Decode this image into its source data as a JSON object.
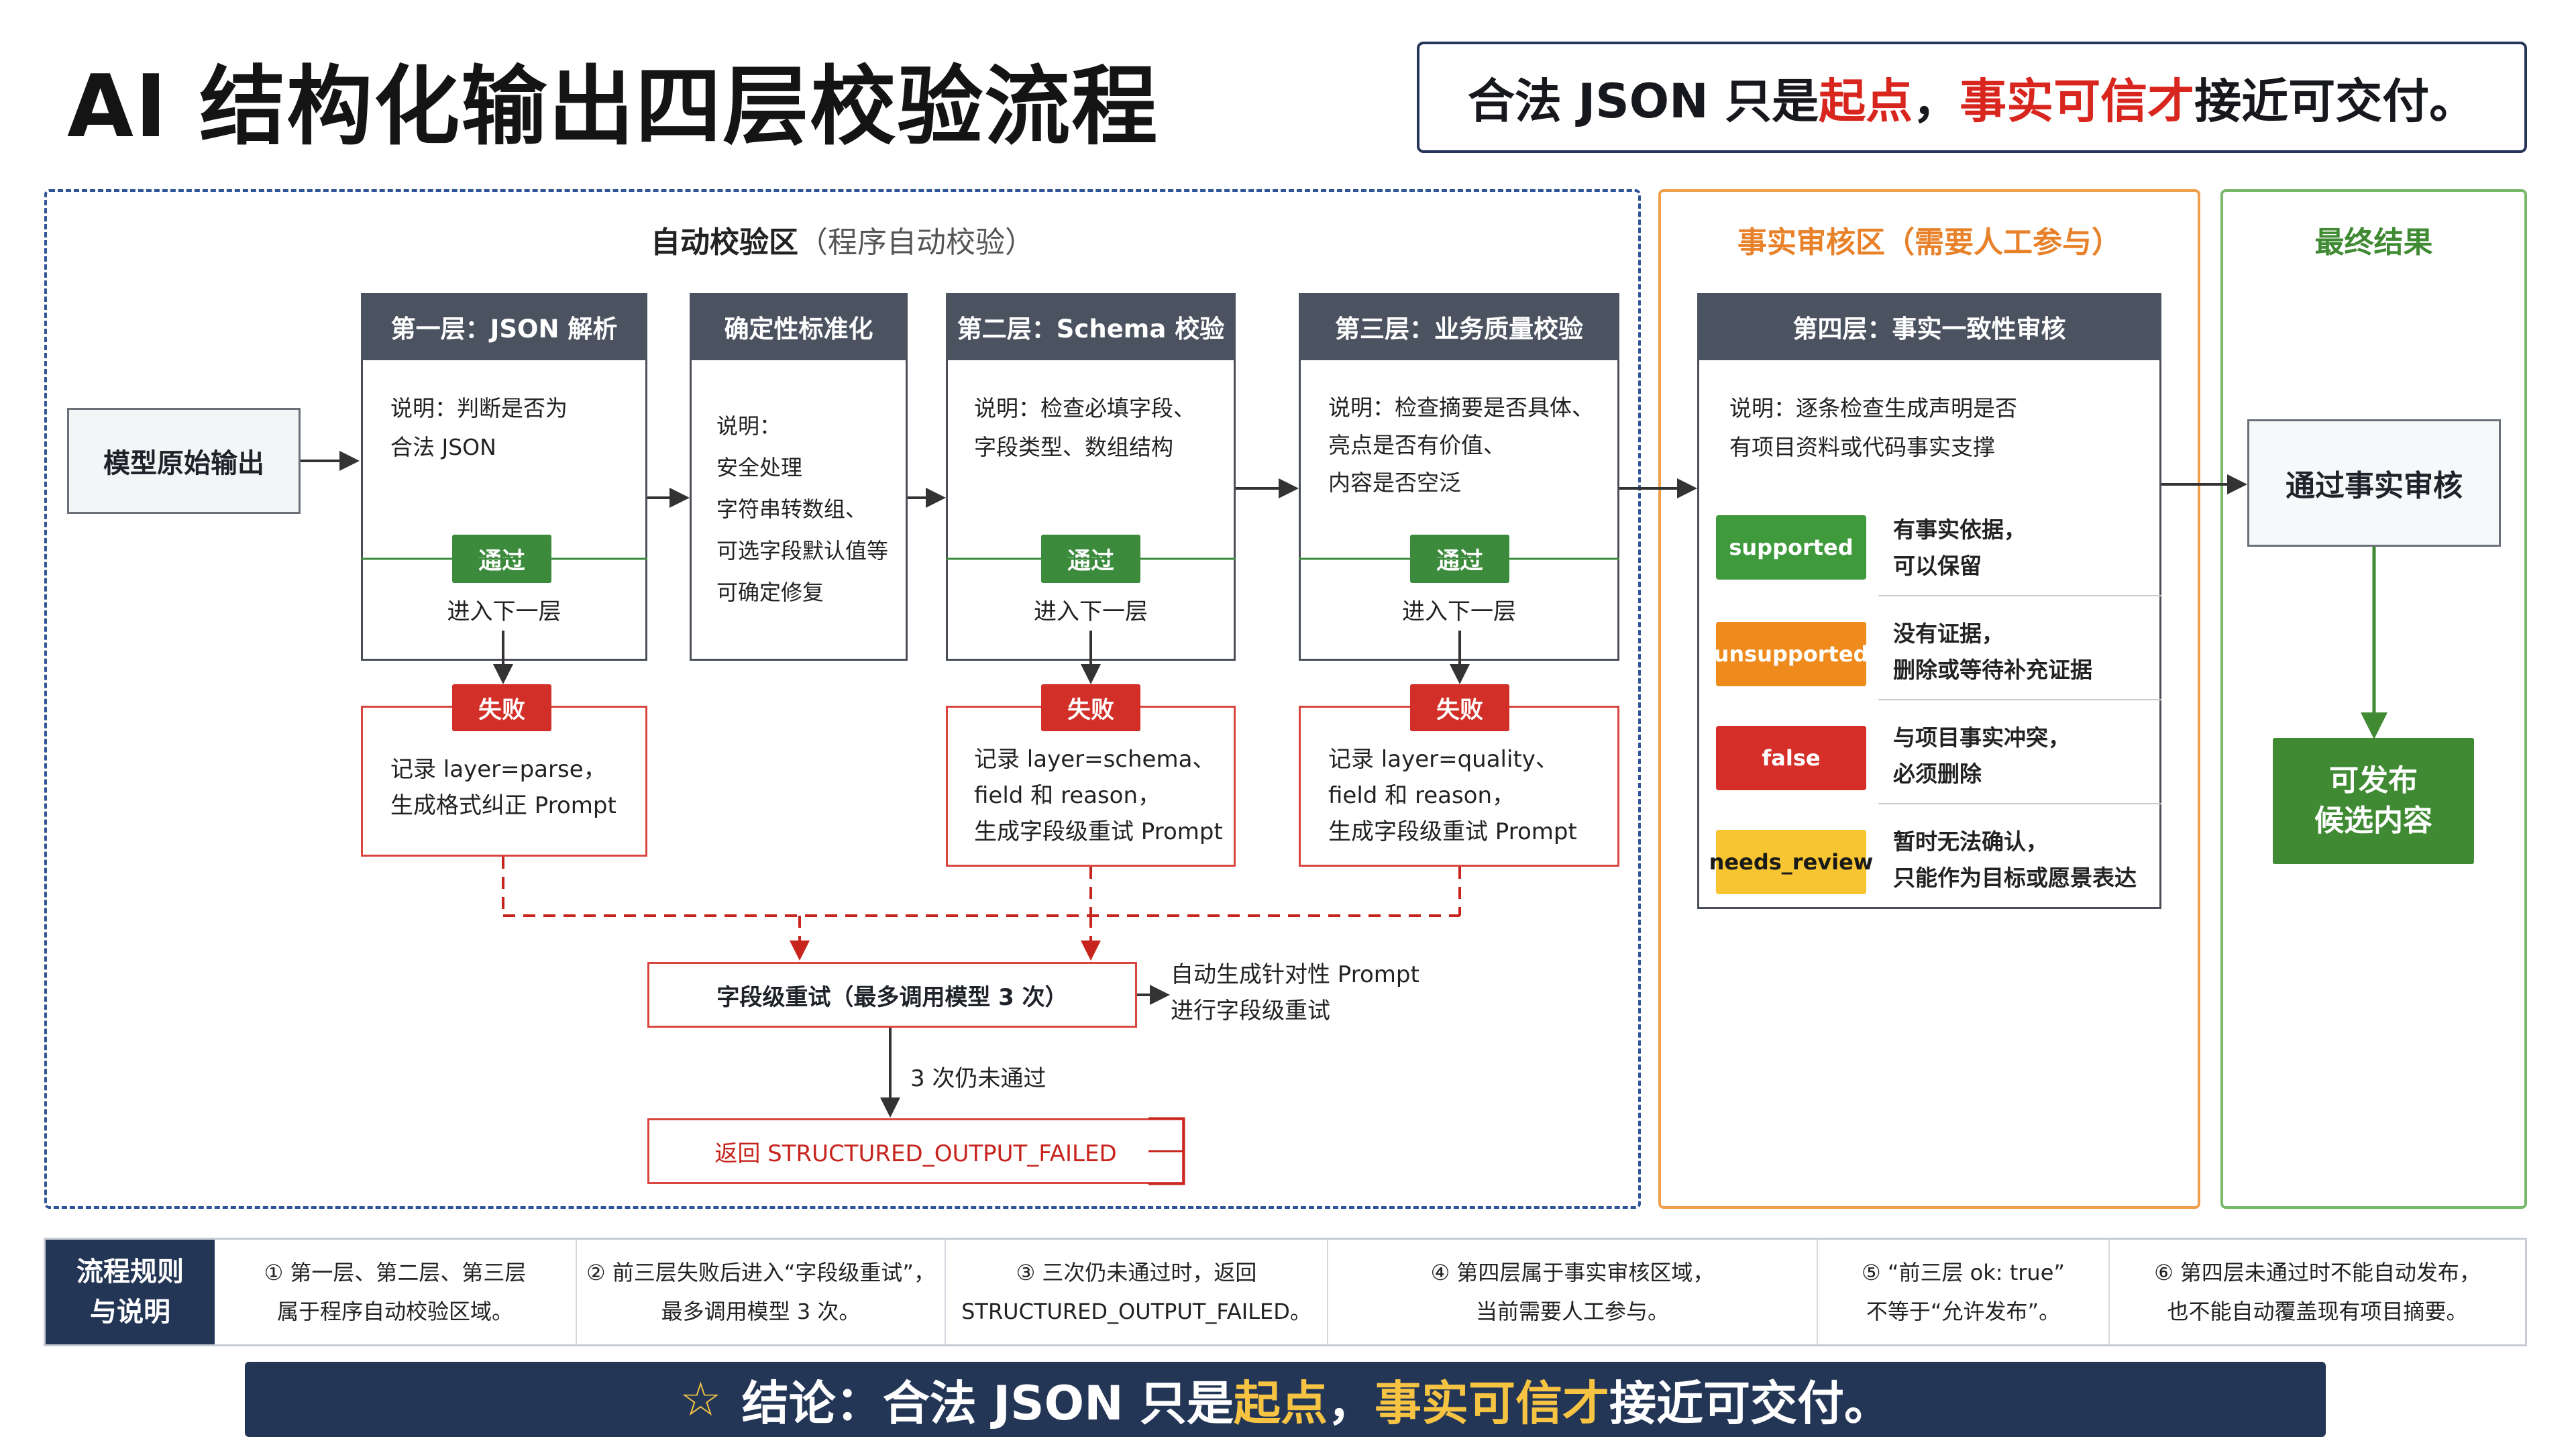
{
  "title": "AI 结构化输出四层校验流程",
  "callout": {
    "a": "合法 JSON 只是",
    "b": "起点",
    "c": "，",
    "d": "事实可信才",
    "e": "接近可交付。"
  },
  "zones": {
    "auto": {
      "title": "自动校验区",
      "subtitle": "（程序自动校验）"
    },
    "fact": {
      "title": "事实审核区（需要人工参与）"
    },
    "final": {
      "title": "最终结果"
    }
  },
  "input_box": "模型原始输出",
  "layers": {
    "l1": {
      "head": "第一层：JSON 解析",
      "desc1": "说明：判断是否为",
      "desc2": "合法 JSON",
      "pass": "通过",
      "next": "进入下一层",
      "fail": "失败",
      "fail1": "记录 layer=parse，",
      "fail2": "生成格式纠正 Prompt"
    },
    "norm": {
      "head": "确定性标准化",
      "d1": "说明：",
      "d2": "安全处理",
      "d3": "字符串转数组、",
      "d4": "可选字段默认值等",
      "d5": "可确定修复"
    },
    "l2": {
      "head": "第二层：Schema 校验",
      "desc1": "说明：检查必填字段、",
      "desc2": "字段类型、数组结构",
      "pass": "通过",
      "next": "进入下一层",
      "fail": "失败",
      "fail1": "记录 layer=schema、",
      "fail2": "field 和 reason，",
      "fail3": "生成字段级重试 Prompt"
    },
    "l3": {
      "head": "第三层：业务质量校验",
      "desc1": "说明：检查摘要是否具体、",
      "desc2": "亮点是否有价值、",
      "desc3": "内容是否空泛",
      "pass": "通过",
      "next": "进入下一层",
      "fail": "失败",
      "fail1": "记录 layer=quality、",
      "fail2": "field 和 reason，",
      "fail3": "生成字段级重试 Prompt"
    },
    "l4": {
      "head": "第四层：事实一致性审核",
      "desc1": "说明：逐条检查生成声明是否",
      "desc2": "有项目资料或代码事实支撑"
    }
  },
  "verdicts": [
    {
      "tag": "supported",
      "color": "#3f9a3c",
      "l1": "有事实依据，",
      "l2": "可以保留"
    },
    {
      "tag": "unsupported",
      "color": "#ef8a1c",
      "l1": "没有证据，",
      "l2": "删除或等待补充证据"
    },
    {
      "tag": "false",
      "color": "#d62f2a",
      "l1": "与项目事实冲突，",
      "l2": "必须删除"
    },
    {
      "tag": "needs_review",
      "color": "#f7c531",
      "l1": "暂时无法确认，",
      "l2": "只能作为目标或愿景表达"
    }
  ],
  "retry": {
    "box": "字段级重试（最多调用模型 3 次）",
    "note1": "自动生成针对性 Prompt",
    "note2": "进行字段级重试",
    "still": "3 次仍未通过",
    "failed": "返回 STRUCTURED_OUTPUT_FAILED"
  },
  "final": {
    "pass_box": "通过事实审核",
    "publish1": "可发布",
    "publish2": "候选内容"
  },
  "rules": {
    "head1": "流程规则",
    "head2": "与说明",
    "items": [
      {
        "l1": "① 第一层、第二层、第三层",
        "l2": "属于程序自动校验区域。"
      },
      {
        "l1": "② 前三层失败后进入“字段级重试”，",
        "l2": "最多调用模型 3 次。"
      },
      {
        "l1": "③ 三次仍未通过时，返回",
        "l2": "STRUCTURED_OUTPUT_FAILED。"
      },
      {
        "l1": "④ 第四层属于事实审核区域，",
        "l2": "当前需要人工参与。"
      },
      {
        "l1": "⑤ “前三层 ok: true”",
        "l2": "不等于“允许发布”。"
      },
      {
        "l1": "⑥ 第四层未通过时不能自动发布，",
        "l2": "也不能自动覆盖现有项目摘要。"
      }
    ]
  },
  "conclusion": {
    "star": "☆",
    "a": "结论：合法 JSON 只是",
    "b": "起点",
    "c": "，",
    "d": "事实可信才",
    "e": "接近可交付。"
  },
  "colors": {
    "navy": "#243656",
    "pass_green": "#3c8b3d",
    "fail_red": "#d12f27",
    "zone_blue": "#2f5597",
    "zone_orange": "#f0a04b",
    "zone_green": "#78b86a"
  }
}
